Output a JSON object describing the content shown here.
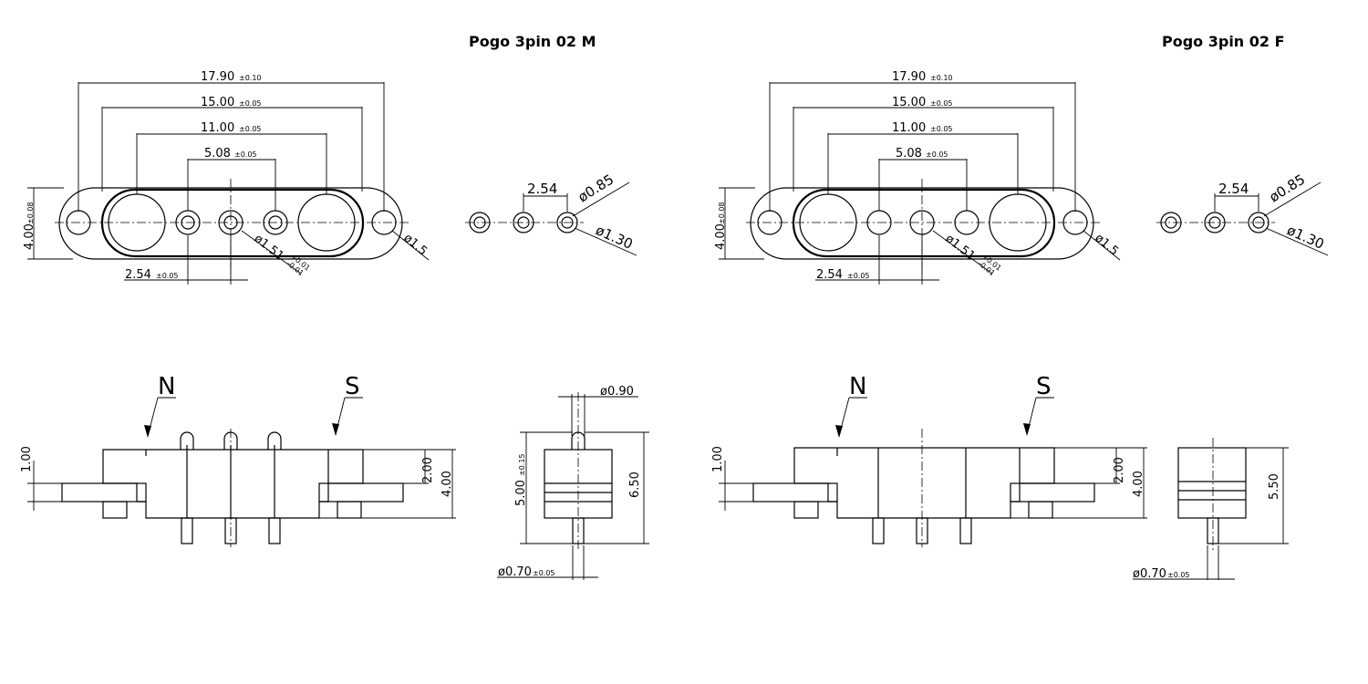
{
  "left": {
    "title": "Pogo 3pin 02 M",
    "dim_17_90": "17.90",
    "tol_17_90": "±0.10",
    "dim_15_00": "15.00",
    "tol_15_00": "±0.05",
    "dim_11_00": "11.00",
    "tol_11_00": "±0.05",
    "dim_5_08": "5.08",
    "tol_5_08": "±0.05",
    "dim_4_00": "4.00",
    "tol_4_00": "±0.08",
    "dim_2_54": "2.54",
    "tol_2_54": "±0.05",
    "dia_1_51": "ø1.51",
    "tol_1_51_up": "+0.01",
    "tol_1_51_dn": "-0.01",
    "dia_1_5": "ø1.5",
    "pitch_2_54": "2.54",
    "dia_0_85": "ø0.85",
    "dia_1_30": "ø1.30",
    "label_n": "N",
    "label_s": "S",
    "side_1_00": "1.00",
    "side_2_00": "2.00",
    "side_4_00": "4.00",
    "dia_0_90": "ø0.90",
    "pin_len": "5.00",
    "pin_len_tol": "±0.15",
    "height": "6.50",
    "dia_0_70": "ø0.70",
    "tol_0_70": "±0.05"
  },
  "right": {
    "title": "Pogo 3pin 02 F",
    "dim_17_90": "17.90",
    "tol_17_90": "±0.10",
    "dim_15_00": "15.00",
    "tol_15_00": "±0.05",
    "dim_11_00": "11.00",
    "tol_11_00": "±0.05",
    "dim_5_08": "5.08",
    "tol_5_08": "±0.05",
    "dim_4_00": "4.00",
    "tol_4_00": "±0.08",
    "dim_2_54": "2.54",
    "tol_2_54": "±0.05",
    "dia_1_51": "ø1.51",
    "tol_1_51_up": "+0.01",
    "tol_1_51_dn": "-0.01",
    "dia_1_5": "ø1.5",
    "pitch_2_54": "2.54",
    "dia_0_85": "ø0.85",
    "dia_1_30": "ø1.30",
    "label_n": "N",
    "label_s": "S",
    "side_1_00": "1.00",
    "side_2_00": "2.00",
    "side_4_00": "4.00",
    "height": "5.50",
    "dia_0_70": "ø0.70",
    "tol_0_70": "±0.05"
  }
}
